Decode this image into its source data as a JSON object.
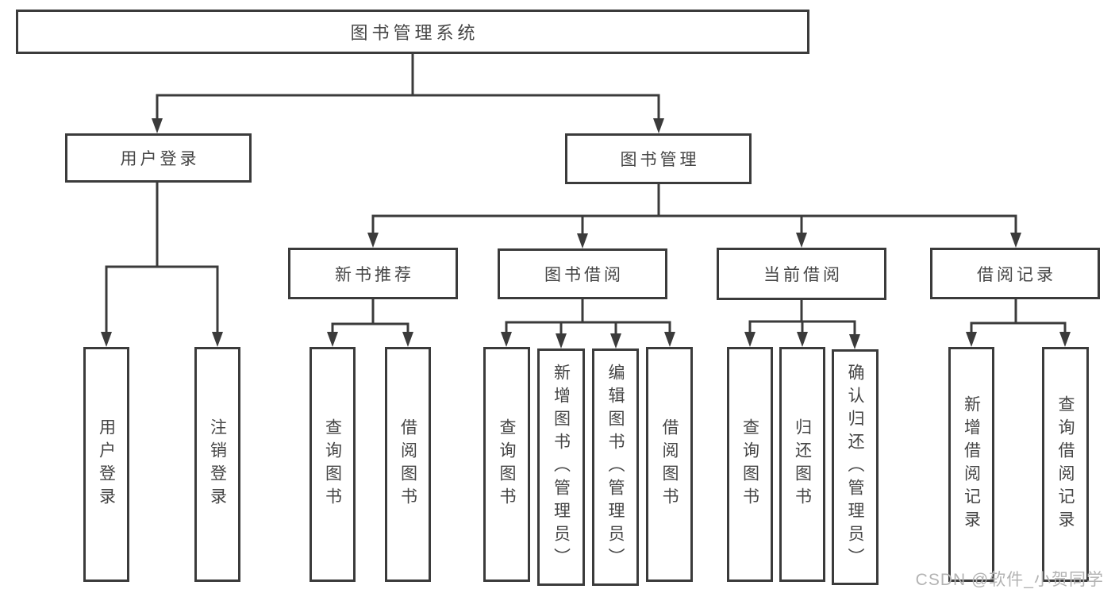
{
  "root": {
    "label": "图书管理系统"
  },
  "branches": {
    "user_login": {
      "label": "用户登录",
      "children": [
        "用户登录",
        "注销登录"
      ]
    },
    "book_management": {
      "label": "图书管理",
      "sections": {
        "new_book_rec": {
          "label": "新书推荐",
          "children": [
            "查询图书",
            "借阅图书"
          ]
        },
        "book_borrow": {
          "label": "图书借阅",
          "children": [
            "查询图书",
            "新增图书（管理员）",
            "编辑图书（管理员）",
            "借阅图书"
          ]
        },
        "current_borrow": {
          "label": "当前借阅",
          "children": [
            "查询图书",
            "归还图书",
            "确认归还（管理员）"
          ]
        },
        "borrow_records": {
          "label": "借阅记录",
          "children": [
            "新增借阅记录",
            "查询借阅记录"
          ]
        }
      }
    }
  },
  "watermark": {
    "text": "CSDN @软件_小贺同学"
  },
  "colors": {
    "line": "#3b3b3b",
    "text": "#454545",
    "watermark": "#b3b3b3",
    "background": "#ffffff"
  }
}
